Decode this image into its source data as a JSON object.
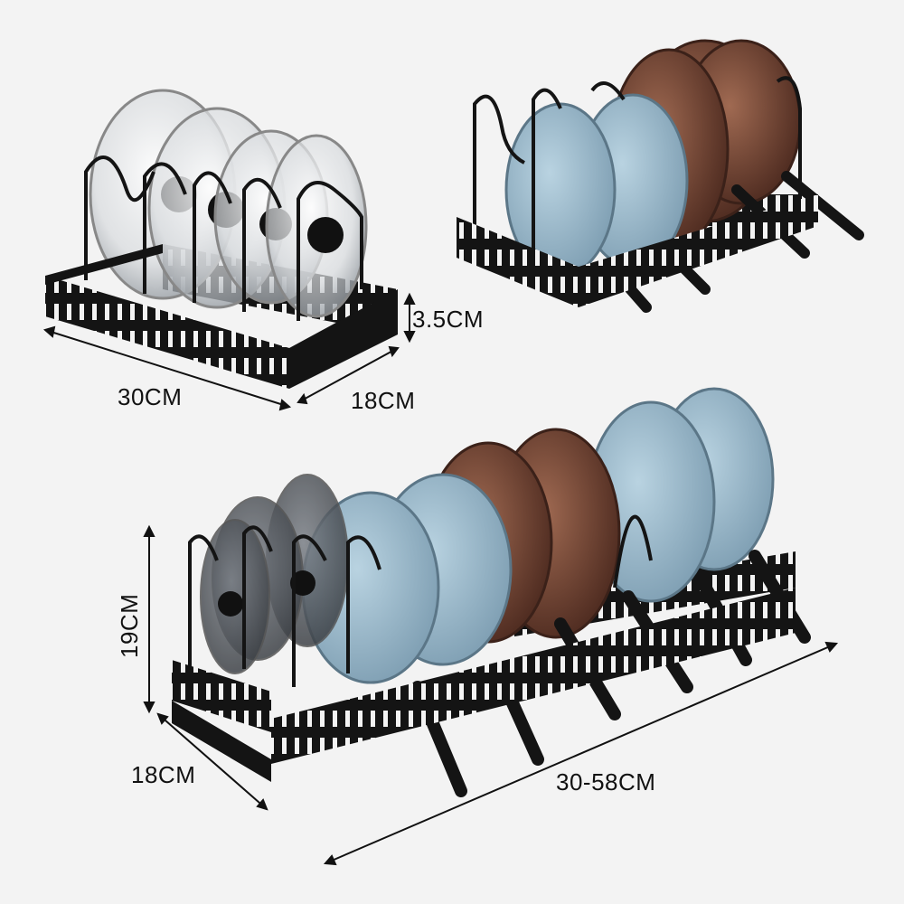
{
  "labels": {
    "small_depth_cm": "3.5CM",
    "small_width_cm": "30CM",
    "small_length_cm": "18CM",
    "large_height_cm": "19CM",
    "large_length_cm": "18CM",
    "large_width_cm": "30-58CM"
  },
  "colors": {
    "background": "#f3f3f3",
    "rack": "#141414",
    "pan_blue": "#8fb0c4",
    "pan_copper": "#7a4a38",
    "lid_glass": "#c9ccd0"
  }
}
